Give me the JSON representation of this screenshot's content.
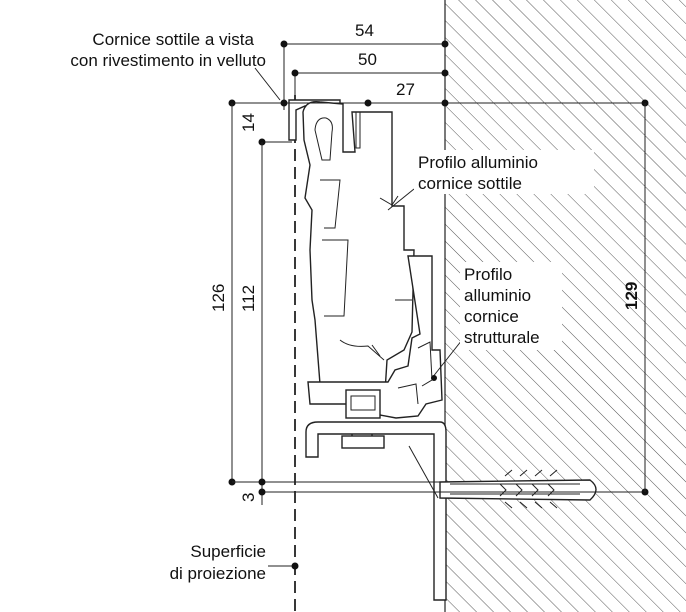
{
  "labels": {
    "cornice_line1": "Cornice sottile a vista",
    "cornice_line2": "con rivestimento in velluto",
    "profilo_sottile_line1": "Profilo alluminio",
    "profilo_sottile_line2": "cornice sottile",
    "profilo_strutturale_line1": "Profilo",
    "profilo_strutturale_line2": "alluminio",
    "profilo_strutturale_line3": "cornice",
    "profilo_strutturale_line4": "strutturale",
    "superficie_line1": "Superficie",
    "superficie_line2": "di proiezione"
  },
  "dimensions": {
    "d54": "54",
    "d50": "50",
    "d27": "27",
    "d14": "14",
    "d126": "126",
    "d112": "112",
    "d3": "3",
    "d129": "129"
  }
}
